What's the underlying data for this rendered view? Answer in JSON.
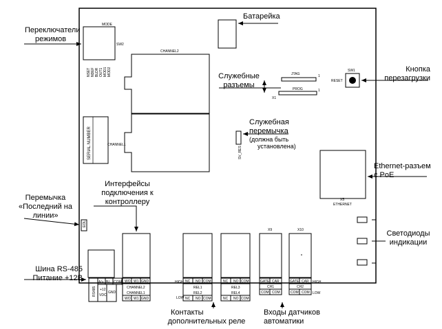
{
  "labels": {
    "mode_switches": [
      "Переключатели",
      "режимов"
    ],
    "battery": "Батарейка",
    "reset_button": [
      "Кнопка",
      "перезагрузки"
    ],
    "service_connectors": [
      "Служебные",
      "разъемы"
    ],
    "service_jumper": [
      "Служебная",
      "перемычка",
      "(должна быть",
      "установлена)"
    ],
    "ethernet": [
      "Ethernet-разъем",
      "с PoE"
    ],
    "controller_interfaces": [
      "Интерфейсы",
      "подключения к",
      "контроллеру"
    ],
    "last_on_line_jumper": [
      "Перемычка",
      "«Последний на",
      "линии»"
    ],
    "leds": [
      "Светодиоды",
      "индикации"
    ],
    "rs485": [
      "Шина RS-485",
      "Питание  +12В"
    ],
    "relay_contacts": [
      "Контакты",
      "дополнительных реле"
    ],
    "sensor_inputs": [
      "Входы датчиков",
      "автоматики"
    ]
  },
  "board": {
    "mode": "MODE",
    "sw2": "SW2",
    "mode_switches": [
      "NSET",
      "NDEF",
      "BLDR",
      "OUT1",
      "MOD1",
      "MOD2"
    ],
    "channel2": "CHANNEL2",
    "channel1": "CHANNEL1",
    "serial_number": "SERIAL NUMBER",
    "jtag": "JTAG",
    "prog": "PROG",
    "x1": "X1",
    "pin1": "1",
    "sw1": "SW1",
    "reset": "RESET",
    "sv_res": "SV_RES",
    "x5": "X5",
    "ethernet": "ETHERNET",
    "eol": "EOL",
    "x9": "X9",
    "x10": "X10",
    "high": "HIGH",
    "low": "LOW",
    "rs485_top": [
      "A/+",
      "B/-",
      "COM"
    ],
    "rs485_bottom": [
      "+12",
      "VDC",
      "GND"
    ],
    "rs485_side": "RS485",
    "ch_top": [
      "WO",
      "W1",
      "GND"
    ],
    "ch_mid": [
      "CHANNEL2",
      "CHANNEL1"
    ],
    "ch_bottom": [
      "WO",
      "W1",
      "GND"
    ],
    "rel_a_top": [
      "NC",
      "NO",
      "COM"
    ],
    "rel_a_mid": [
      "REL1",
      "REL2"
    ],
    "rel_a_bottom": [
      "NC",
      "NO",
      "COM"
    ],
    "rel_b_top": [
      "NC",
      "NO",
      "COM"
    ],
    "rel_b_mid": [
      "REL3",
      "REL4"
    ],
    "rel_b_bottom": [
      "NC",
      "NO",
      "COM"
    ],
    "x9_top": [
      "GATE",
      "CAR"
    ],
    "x9_mid": "CH1",
    "x9_bottom": [
      "COM",
      "COM"
    ],
    "x10_top": [
      "GATE",
      "CAR"
    ],
    "x10_mid": "CH2",
    "x10_bottom": [
      "COM",
      "COM"
    ]
  }
}
